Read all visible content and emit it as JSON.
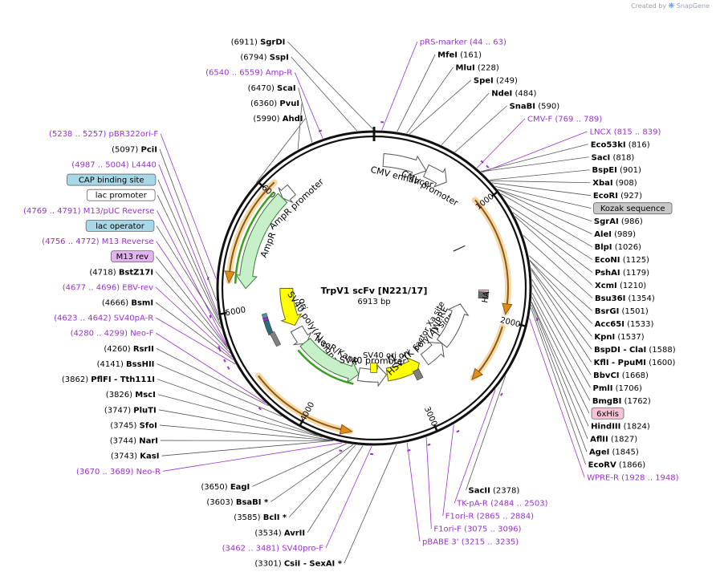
{
  "brand": {
    "created_by": "Created by",
    "product": "SnapGene"
  },
  "plasmid": {
    "name": "TrpV1 scFv [N221/17]",
    "length_text": "6913 bp",
    "length": 6913
  },
  "colors": {
    "backbone": "#111111",
    "feature_fill": "#c8f0c8",
    "feature_stroke": "#3a7a3a",
    "ori": "#ffff00",
    "orange": "#e08c1a",
    "primer": "#9b30d0",
    "green_line": "#3aa020"
  },
  "ticks": [
    {
      "pos": 1000,
      "label": "1000"
    },
    {
      "pos": 2000,
      "label": "2000"
    },
    {
      "pos": 3000,
      "label": "3000"
    },
    {
      "pos": 4000,
      "label": "4000"
    },
    {
      "pos": 5000,
      "label": "5000"
    },
    {
      "pos": 6000,
      "label": "6000"
    }
  ],
  "features": [
    {
      "name": "AmpR promoter",
      "start": 6040,
      "end": 6145,
      "dir": -1,
      "type": "white",
      "radius": 0.82
    },
    {
      "name": "AmpR",
      "start": 5180,
      "end": 6040,
      "dir": -1,
      "type": "green",
      "radius": 0.82
    },
    {
      "name": "CMV enhancer",
      "start": 80,
      "end": 460,
      "dir": 1,
      "type": "white",
      "radius": 0.82
    },
    {
      "name": "CMV promoter",
      "start": 460,
      "end": 660,
      "dir": 1,
      "type": "white",
      "radius": 0.82
    },
    {
      "name": "ori",
      "start": 4700,
      "end": 5180,
      "dir": -1,
      "type": "ori",
      "radius": 0.56
    },
    {
      "name": "SV40 poly(A) signal",
      "start": 4430,
      "end": 4650,
      "dir": -1,
      "type": "white",
      "radius": 0.56
    },
    {
      "name": "NeoR/KanR",
      "start": 3650,
      "end": 4450,
      "dir": -1,
      "type": "green",
      "radius": 0.56
    },
    {
      "name": "SV40 promoter",
      "start": 3300,
      "end": 3650,
      "dir": -1,
      "type": "white",
      "radius": 0.56
    },
    {
      "name": "f1 ori",
      "start": 2860,
      "end": 3290,
      "dir": -1,
      "type": "ori",
      "radius": 0.56
    },
    {
      "name": "HSV TK poly(A) signal",
      "start": 2480,
      "end": 2780,
      "dir": -1,
      "type": "white",
      "radius": 0.56
    },
    {
      "name": "WPRE",
      "start": 1930,
      "end": 2480,
      "dir": -1,
      "type": "white",
      "radius": 0.56
    }
  ],
  "inner_labels": [
    {
      "text": "HA"
    },
    {
      "text": "Factor Xa site"
    },
    {
      "text": "SV40 ori"
    }
  ],
  "orange_arcs": [
    {
      "start": 940,
      "end": 1930
    },
    {
      "start": 2050,
      "end": 2540
    },
    {
      "start": 3640,
      "end": 4470
    },
    {
      "start": 5240,
      "end": 6080
    }
  ],
  "labels_left": [
    {
      "name": "SgrDI",
      "coord": "(6911)",
      "bold": true,
      "primer": false,
      "pos": 6911
    },
    {
      "name": "SspI",
      "coord": "(6794)",
      "bold": true,
      "primer": false,
      "pos": 6794
    },
    {
      "name": "Amp-R",
      "coord": "(6540 .. 6559)",
      "bold": false,
      "primer": true,
      "pos": 6550
    },
    {
      "name": "ScaI",
      "coord": "(6470)",
      "bold": true,
      "primer": false,
      "pos": 6470
    },
    {
      "name": "PvuI",
      "coord": "(6360)",
      "bold": true,
      "primer": false,
      "pos": 6360
    },
    {
      "name": "AhdI",
      "coord": "(5990)",
      "bold": true,
      "primer": false,
      "pos": 5990
    },
    {
      "name": "pBR322ori-F",
      "coord": "(5238 .. 5257)",
      "bold": false,
      "primer": true,
      "pos": 5248
    },
    {
      "name": "PciI",
      "coord": "(5097)",
      "bold": true,
      "primer": false,
      "pos": 5097
    },
    {
      "name": "L4440",
      "coord": "(4987 .. 5004)",
      "bold": false,
      "primer": true,
      "pos": 4995
    },
    {
      "name": "CAP binding site",
      "coord": "",
      "bold": false,
      "primer": false,
      "box": "blue",
      "pos": 4960
    },
    {
      "name": "lac promoter",
      "coord": "",
      "bold": false,
      "primer": false,
      "box": "white",
      "pos": 4930
    },
    {
      "name": "M13/pUC Reverse",
      "coord": "(4769 .. 4791)",
      "bold": false,
      "primer": true,
      "pos": 4780
    },
    {
      "name": "lac operator",
      "coord": "",
      "bold": false,
      "primer": false,
      "box": "blue",
      "pos": 4900
    },
    {
      "name": "M13 Reverse",
      "coord": "(4756 .. 4772)",
      "bold": false,
      "primer": true,
      "pos": 4764
    },
    {
      "name": "M13 rev",
      "coord": "",
      "bold": false,
      "primer": false,
      "box": "purple",
      "pos": 4750
    },
    {
      "name": "BstZ17I",
      "coord": "(4718)",
      "bold": true,
      "primer": false,
      "pos": 4718
    },
    {
      "name": "EBV-rev",
      "coord": "(4677 .. 4696)",
      "bold": false,
      "primer": true,
      "pos": 4686
    },
    {
      "name": "BsmI",
      "coord": "(4666)",
      "bold": true,
      "primer": false,
      "pos": 4666
    },
    {
      "name": "SV40pA-R",
      "coord": "(4623 .. 4642)",
      "bold": false,
      "primer": true,
      "pos": 4632
    },
    {
      "name": "Neo-F",
      "coord": "(4280 .. 4299)",
      "bold": false,
      "primer": true,
      "pos": 4290
    },
    {
      "name": "RsrII",
      "coord": "(4260)",
      "bold": true,
      "primer": false,
      "pos": 4260
    },
    {
      "name": "BssHII",
      "coord": "(4141)",
      "bold": true,
      "primer": false,
      "pos": 4141
    },
    {
      "name": "PflFI  - Tth111I",
      "coord": "(3862)",
      "bold": true,
      "primer": false,
      "pos": 3862
    },
    {
      "name": "MscI",
      "coord": "(3826)",
      "bold": true,
      "primer": false,
      "pos": 3826
    },
    {
      "name": "PluTI",
      "coord": "(3747)",
      "bold": true,
      "primer": false,
      "pos": 3747
    },
    {
      "name": "SfoI",
      "coord": "(3745)",
      "bold": true,
      "primer": false,
      "pos": 3745
    },
    {
      "name": "NarI",
      "coord": "(3744)",
      "bold": true,
      "primer": false,
      "pos": 3744
    },
    {
      "name": "KasI",
      "coord": "(3743)",
      "bold": true,
      "primer": false,
      "pos": 3743
    },
    {
      "name": "Neo-R",
      "coord": "(3670 .. 3689)",
      "bold": false,
      "primer": true,
      "pos": 3680
    },
    {
      "name": "EagI",
      "coord": "(3650)",
      "bold": true,
      "primer": false,
      "pos": 3650
    },
    {
      "name": "BsaBI *",
      "coord": "(3603)",
      "bold": true,
      "primer": false,
      "pos": 3603
    },
    {
      "name": "BclI *",
      "coord": "(3585)",
      "bold": true,
      "primer": false,
      "pos": 3585
    },
    {
      "name": "AvrII",
      "coord": "(3534)",
      "bold": true,
      "primer": false,
      "pos": 3534
    },
    {
      "name": "SV40pro-F",
      "coord": "(3462 .. 3481)",
      "bold": false,
      "primer": true,
      "pos": 3472
    },
    {
      "name": "CsiI  - SexAI *",
      "coord": "(3301)",
      "bold": true,
      "primer": false,
      "pos": 3301
    }
  ],
  "labels_right": [
    {
      "name": "pRS-marker",
      "coord": "(44 .. 63)",
      "bold": false,
      "primer": true,
      "pos": 54
    },
    {
      "name": "MfeI",
      "coord": "(161)",
      "bold": true,
      "primer": false,
      "pos": 161
    },
    {
      "name": "MluI",
      "coord": "(228)",
      "bold": true,
      "primer": false,
      "pos": 228
    },
    {
      "name": "SpeI",
      "coord": "(249)",
      "bold": true,
      "primer": false,
      "pos": 249
    },
    {
      "name": "NdeI",
      "coord": "(484)",
      "bold": true,
      "primer": false,
      "pos": 484
    },
    {
      "name": "SnaBI",
      "coord": "(590)",
      "bold": true,
      "primer": false,
      "pos": 590
    },
    {
      "name": "CMV-F",
      "coord": "(769 .. 789)",
      "bold": false,
      "primer": true,
      "pos": 779
    },
    {
      "name": "LNCX",
      "coord": "(815 .. 839)",
      "bold": false,
      "primer": true,
      "pos": 827
    },
    {
      "name": "Eco53kI",
      "coord": "(816)",
      "bold": true,
      "primer": false,
      "pos": 816
    },
    {
      "name": "SacI",
      "coord": "(818)",
      "bold": true,
      "primer": false,
      "pos": 818
    },
    {
      "name": "BspEI",
      "coord": "(901)",
      "bold": true,
      "primer": false,
      "pos": 901
    },
    {
      "name": "XbaI",
      "coord": "(908)",
      "bold": true,
      "primer": false,
      "pos": 908
    },
    {
      "name": "EcoRI",
      "coord": "(927)",
      "bold": true,
      "primer": false,
      "pos": 927
    },
    {
      "name": "Kozak sequence",
      "coord": "",
      "bold": false,
      "primer": false,
      "box": "gray",
      "pos": 960
    },
    {
      "name": "SgrAI",
      "coord": "(986)",
      "bold": true,
      "primer": false,
      "pos": 986
    },
    {
      "name": "AleI",
      "coord": "(989)",
      "bold": true,
      "primer": false,
      "pos": 989
    },
    {
      "name": "BlpI",
      "coord": "(1026)",
      "bold": true,
      "primer": false,
      "pos": 1026
    },
    {
      "name": "EcoNI",
      "coord": "(1125)",
      "bold": true,
      "primer": false,
      "pos": 1125
    },
    {
      "name": "PshAI",
      "coord": "(1179)",
      "bold": true,
      "primer": false,
      "pos": 1179
    },
    {
      "name": "XcmI",
      "coord": "(1210)",
      "bold": true,
      "primer": false,
      "pos": 1210
    },
    {
      "name": "Bsu36I",
      "coord": "(1354)",
      "bold": true,
      "primer": false,
      "pos": 1354
    },
    {
      "name": "BsrGI",
      "coord": "(1501)",
      "bold": true,
      "primer": false,
      "pos": 1501
    },
    {
      "name": "Acc65I",
      "coord": "(1533)",
      "bold": true,
      "primer": false,
      "pos": 1533
    },
    {
      "name": "KpnI",
      "coord": "(1537)",
      "bold": true,
      "primer": false,
      "pos": 1537
    },
    {
      "name": "BspDI  - ClaI",
      "coord": "(1588)",
      "bold": true,
      "primer": false,
      "pos": 1588
    },
    {
      "name": "KflI  - PpuMI",
      "coord": "(1600)",
      "bold": true,
      "primer": false,
      "pos": 1600
    },
    {
      "name": "BbvCI",
      "coord": "(1668)",
      "bold": true,
      "primer": false,
      "pos": 1668
    },
    {
      "name": "PmlI",
      "coord": "(1706)",
      "bold": true,
      "primer": false,
      "pos": 1706
    },
    {
      "name": "BmgBI",
      "coord": "(1762)",
      "bold": true,
      "primer": false,
      "pos": 1762
    },
    {
      "name": "6xHis",
      "coord": "",
      "bold": false,
      "primer": false,
      "box": "pink",
      "pos": 1790
    },
    {
      "name": "HindIII",
      "coord": "(1824)",
      "bold": true,
      "primer": false,
      "pos": 1824
    },
    {
      "name": "AflII",
      "coord": "(1827)",
      "bold": true,
      "primer": false,
      "pos": 1827
    },
    {
      "name": "AgeI",
      "coord": "(1845)",
      "bold": true,
      "primer": false,
      "pos": 1845
    },
    {
      "name": "EcoRV",
      "coord": "(1866)",
      "bold": true,
      "primer": false,
      "pos": 1866
    },
    {
      "name": "WPRE-R",
      "coord": "(1928 .. 1948)",
      "bold": false,
      "primer": true,
      "pos": 1938
    },
    {
      "name": "SacII",
      "coord": "(2378)",
      "bold": true,
      "primer": false,
      "pos": 2378
    },
    {
      "name": "TK-pA-R",
      "coord": "(2484 .. 2503)",
      "bold": false,
      "primer": true,
      "pos": 2494
    },
    {
      "name": "F1ori-R",
      "coord": "(2865 .. 2884)",
      "bold": false,
      "primer": true,
      "pos": 2875
    },
    {
      "name": "F1ori-F",
      "coord": "(3075 .. 3096)",
      "bold": false,
      "primer": true,
      "pos": 3086
    },
    {
      "name": "pBABE 3'",
      "coord": "(3215 .. 3235)",
      "bold": false,
      "primer": true,
      "pos": 3225
    }
  ]
}
